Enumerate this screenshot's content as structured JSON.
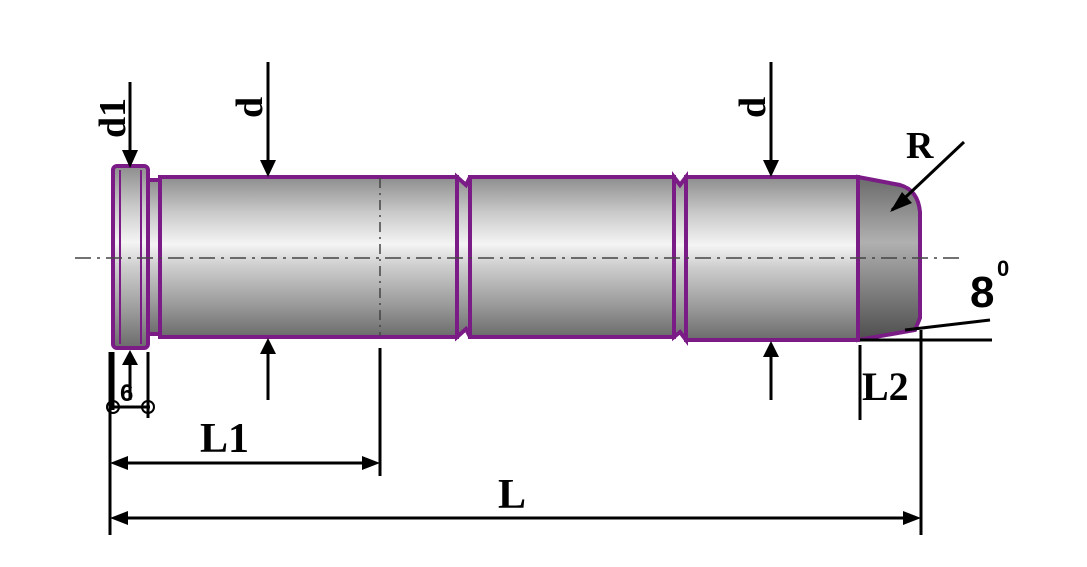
{
  "labels": {
    "d1": "d1",
    "d_left": "d",
    "d_right": "d",
    "R": "R",
    "angle": "8",
    "angle_unit": "0",
    "six": "6",
    "L1": "L1",
    "L2": "L2",
    "L": "L"
  },
  "colors": {
    "outline": "#7a1b86",
    "metal_light": "#e6e6e6",
    "metal_mid": "#a9a9a9",
    "metal_dark": "#6f6f6f",
    "line": "#000000"
  }
}
